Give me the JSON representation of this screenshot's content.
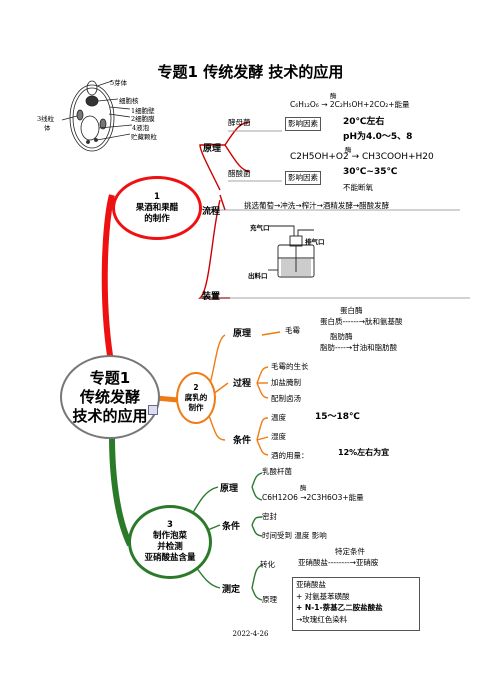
{
  "page_title": "专题1  传统发酵  技术的应用",
  "footer_date": "2022-4-26",
  "center": {
    "line1": "专题1",
    "line2": "传统发酵",
    "line3": "技术的应用"
  },
  "yeast_cell": {
    "bud": "5芽体",
    "nucleus": "细胞核",
    "wall": "1细胞壁",
    "membrane": "2细胞膜",
    "vacuole": "4液泡",
    "granule": "贮藏颗粒",
    "mito_a": "3线粒",
    "mito_b": "体"
  },
  "branch1": {
    "num": "1",
    "label1": "果酒和果醋",
    "label2": "的制作",
    "principle": "原理",
    "process": "流程",
    "device": "装置",
    "yeast": "酵母菌",
    "yeast_enzyme": "酶",
    "yeast_formula": "C₆H₁₂O₆  → 2C₂H₅OH+2CO₂+能量",
    "yeast_factor": "影响因素",
    "yeast_temp": "20℃左右",
    "yeast_ph": "pH为4.0～5、8",
    "acetic": "醋酸菌",
    "acetic_enzyme": "酶",
    "acetic_formula": "C2H5OH+O2  → CH3COOH+H20",
    "acetic_factor": "影响因素",
    "acetic_temp": "30℃~35℃",
    "acetic_o2": "不能断氧",
    "process_steps": "挑选葡萄→冲洗→榨汁→酒精发酵→醋酸发酵",
    "inlet": "充气口",
    "exhaust": "排气口",
    "outlet": "出料口"
  },
  "branch2": {
    "num": "2",
    "label1": "腐乳的",
    "label2": "制作",
    "principle": "原理",
    "mold": "毛霉",
    "protease": "蛋白酶",
    "protein": "蛋白质------→肽和氨基酸",
    "lipase": "脂肪酶",
    "fat": "脂肪----→甘油和脂肪酸",
    "process": "过程",
    "step1": "毛霉的生长",
    "step2": "加盐腌制",
    "step3": "配制卤汤",
    "conditions": "条件",
    "temp": "温度",
    "temp_val": "15～18℃",
    "humidity": "湿度",
    "alcohol": "酒的用量：",
    "alcohol_val": "12%左右为宜"
  },
  "branch3": {
    "num": "3",
    "label1": "制作泡菜",
    "label2": "并检测",
    "label3": "亚硝酸盐含量",
    "principle": "原理",
    "bacteria": "乳酸杆菌",
    "enzyme": "酶",
    "formula": "C6H12O6 →2C3H6O3+能量",
    "conditions": "条件",
    "sealed": "密封",
    "time_temp": "时间受到 温度 影响",
    "measure": "测定",
    "convert": "转化",
    "special": "特定条件",
    "nitrite_chain": "亚硝酸盐--------→亚硝胺",
    "principle2": "原理",
    "detect1": "亚硝酸盐",
    "detect2": "+ 对氨基苯磺酸",
    "detect3": "+ N-1-萘基乙二胺盐酸盐",
    "detect4": "→玫瑰红色染料"
  }
}
